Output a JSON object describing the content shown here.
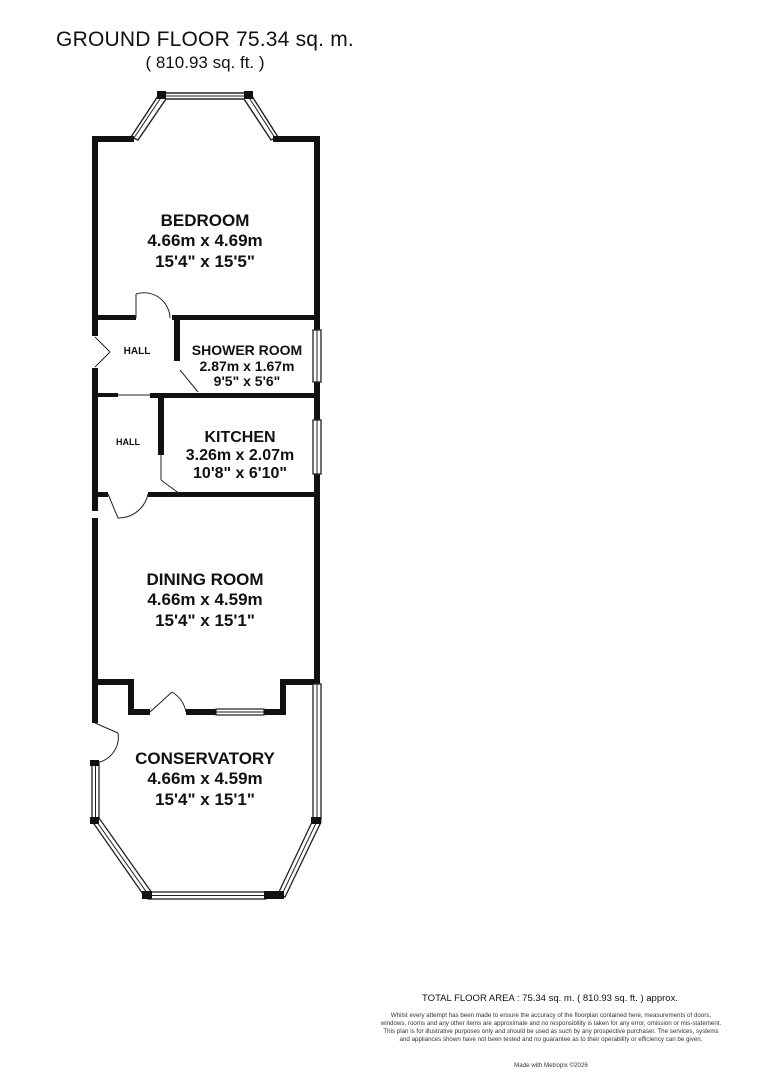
{
  "header": {
    "title": "GROUND FLOOR 75.34 sq. m.",
    "subtitle": "( 810.93 sq. ft. )"
  },
  "rooms": {
    "bedroom": {
      "name": "BEDROOM",
      "metric": "4.66m x 4.69m",
      "imperial": "15'4\" x 15'5\""
    },
    "hall_upper": {
      "name": "HALL"
    },
    "shower_room": {
      "name": "SHOWER ROOM",
      "metric": "2.87m x 1.67m",
      "imperial": "9'5\" x 5'6\""
    },
    "hall_lower": {
      "name": "HALL"
    },
    "kitchen": {
      "name": "KITCHEN",
      "metric": "3.26m x 2.07m",
      "imperial": "10'8\" x 6'10\""
    },
    "dining_room": {
      "name": "DINING ROOM",
      "metric": "4.66m x 4.59m",
      "imperial": "15'4\" x 15'1\""
    },
    "conservatory": {
      "name": "CONSERVATORY",
      "metric": "4.66m x 4.59m",
      "imperial": "15'4\" x 15'1\""
    }
  },
  "footer": {
    "total_area": "TOTAL FLOOR AREA : 75.34 sq. m. ( 810.93 sq. ft. ) approx.",
    "disclaimer": "Whilst every attempt has been made to ensure the accuracy of the floorplan contained here, measurements of doors, windows, rooms and any other items are approximate and no responsibility is taken for any error, omission or mis-statement. This plan is for illustrative purposes only and should be used as such by any prospective purchaser. The services, systems and appliances shown have not been tested and no guarantee as to their operability or efficiency can be given.",
    "made_with": "Made with Metropix ©2026"
  }
}
